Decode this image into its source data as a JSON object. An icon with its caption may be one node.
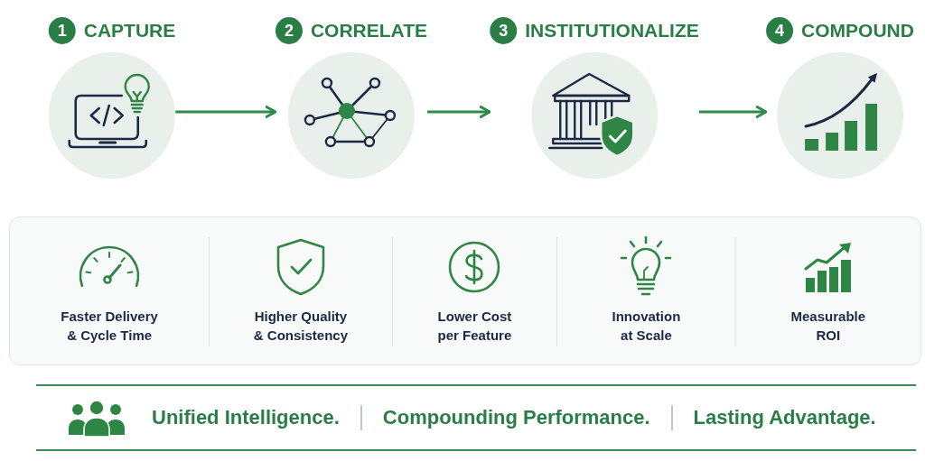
{
  "diagram": {
    "nodes": [
      {
        "text": [
          "1",
          "CAPTURE"
        ]
      },
      {
        "text": [
          "2",
          "CORRELATE"
        ]
      },
      {
        "text": [
          "3",
          "INSTITUTIONALIZE"
        ]
      },
      {
        "text": [
          "4",
          "COMPOUND"
        ]
      },
      {
        "text": [
          "Faster Delivery & Cycle Time",
          "Higher Quality & Consistency",
          "Lower Cost per Feature",
          "Innovation at Scale",
          "Measurable ROI"
        ]
      },
      {
        "text": [
          "Unified Intelligence.",
          "Compounding Performance.",
          "Lasting Advantage."
        ]
      }
    ],
    "edges": [
      {
        "from": 0,
        "to": 1,
        "arrow": "to"
      },
      {
        "from": 1,
        "to": 2,
        "arrow": "to"
      },
      {
        "from": 2,
        "to": 3,
        "arrow": "to"
      }
    ]
  }
}
